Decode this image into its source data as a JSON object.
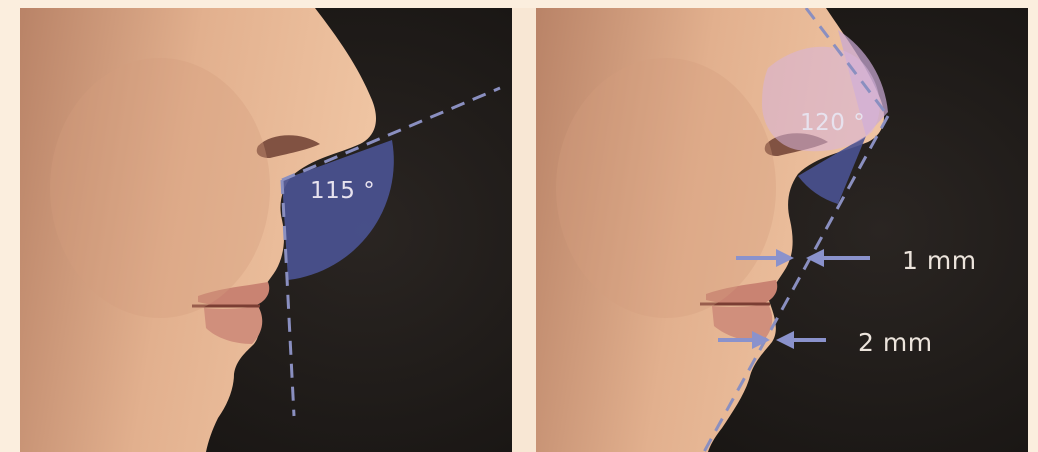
{
  "left_panel": {
    "angle_label": "115 °"
  },
  "right_panel": {
    "angle_label": "120 °",
    "upper_lip_label": "1 mm",
    "lower_lip_label": "2 mm"
  },
  "colors": {
    "background": "#1f1b19",
    "skin": "#e6b592",
    "overlay_blue": "#4a5291",
    "overlay_lilac": "#c8a8d2",
    "dashed_line": "#7c82b6"
  }
}
